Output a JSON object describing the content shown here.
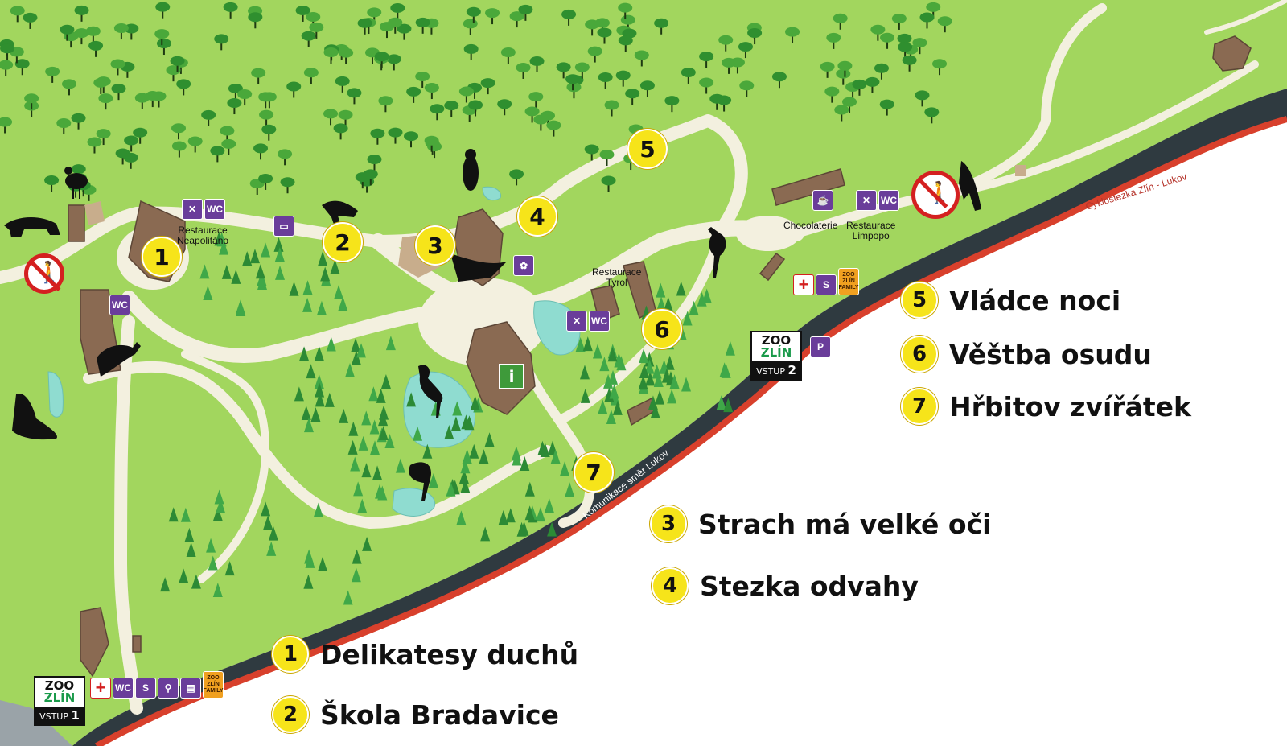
{
  "map_labels": {
    "restaurant_neapolitano": "Restaurace\nNeapolitáno",
    "restaurant_tyrol": "Restaurace\nTyrol",
    "chocolaterie": "Chocolaterie",
    "restaurant_limpopo": "Restaurace\nLimpopo",
    "cycle_path": "Cyklostezka Zlín - Lukov",
    "road": "Komunikace směr Lukov"
  },
  "markers": [
    "1",
    "2",
    "3",
    "4",
    "5",
    "6",
    "7"
  ],
  "services": {
    "wc": "WC",
    "s": "S",
    "family": "ZOO ZLÍN FAMILY"
  },
  "entrances": {
    "logo_line1": "ZOO",
    "logo_line2": "ZLÍN",
    "gate1": "VSTUP",
    "gate1_num": "1",
    "gate2": "VSTUP",
    "gate2_num": "2"
  },
  "legend": [
    {
      "num": "1",
      "label": "Delikatesy duchů"
    },
    {
      "num": "2",
      "label": "Škola Bradavice"
    },
    {
      "num": "3",
      "label": "Strach má velké oči"
    },
    {
      "num": "4",
      "label": "Stezka odvahy"
    },
    {
      "num": "5",
      "label": "Vládce noci"
    },
    {
      "num": "6",
      "label": "Věštba osudu"
    },
    {
      "num": "7",
      "label": "Hřbitov zvířátek"
    }
  ],
  "colors": {
    "grass": "#9ed35a",
    "grass_dark": "#7fbf3f",
    "path": "#f2efe0",
    "water": "#8fdcd0",
    "building": "#8a6a52",
    "road": "#2f3a40",
    "road_edge": "#d8402c",
    "marker": "#f6e41a",
    "service_purple": "#6a3d9a"
  },
  "icons": [
    "walker-prohibited-icon",
    "wc-icon",
    "restaurant-icon",
    "cafe-icon",
    "first-aid-icon",
    "info-icon",
    "flower-icon",
    "parking-icon",
    "animal-silhouette-icon",
    "tree-icon"
  ]
}
